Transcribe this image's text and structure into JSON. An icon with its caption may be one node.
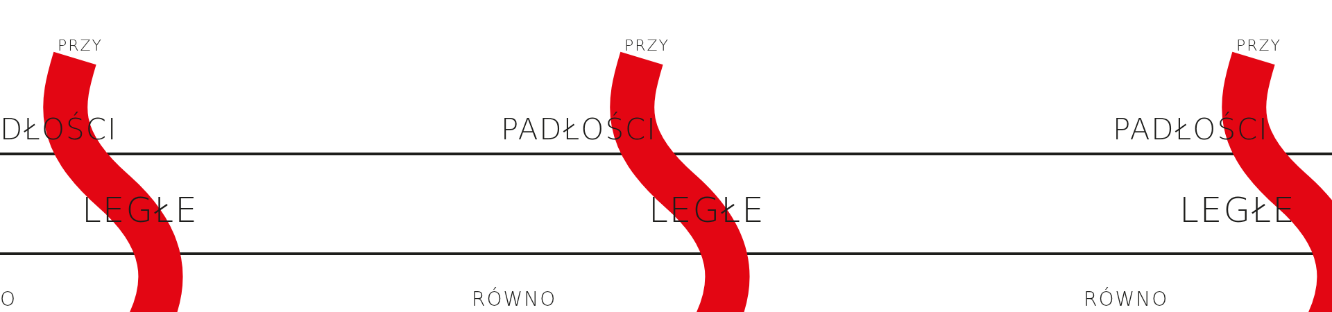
{
  "diagram": {
    "labels": [
      "PRZY",
      "PRZY",
      "PRZY",
      "DŁOŚCI",
      "PADŁOŚCI",
      "PADŁOŚCI",
      "LEGŁE",
      "LEGŁE",
      "LEGŁE",
      "O",
      "RÓWNO",
      "RÓWNO"
    ]
  }
}
